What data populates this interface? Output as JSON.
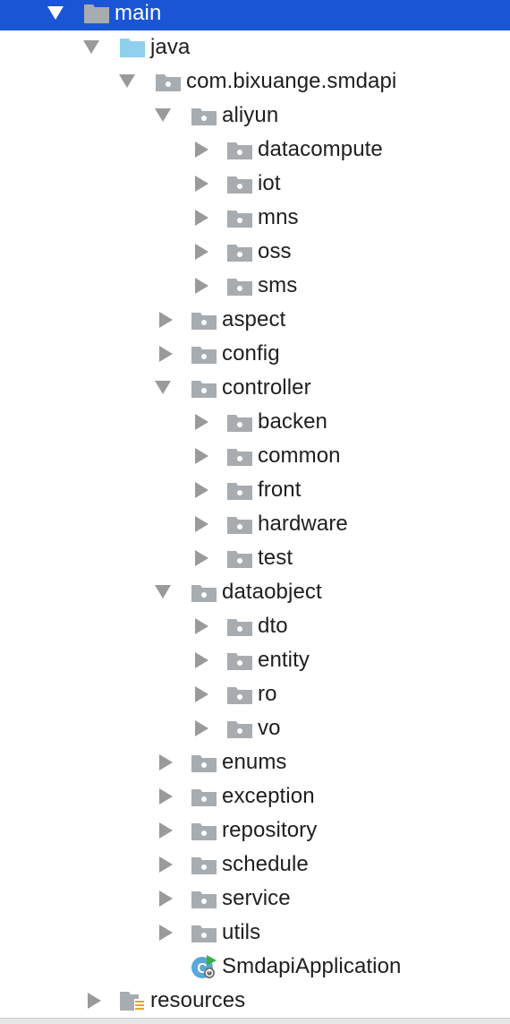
{
  "tree": {
    "rows": [
      {
        "name": "main-folder-row",
        "label": "main",
        "depth": 0,
        "arrow": "expanded",
        "icon": "source-folder-icon",
        "selected": true
      },
      {
        "name": "java-folder-row",
        "label": "java",
        "depth": 1,
        "arrow": "expanded",
        "icon": "source-root-icon"
      },
      {
        "name": "package-root-row",
        "label": "com.bixuange.smdapi",
        "depth": 2,
        "arrow": "expanded",
        "icon": "package-icon"
      },
      {
        "name": "package-aliyun-row",
        "label": "aliyun",
        "depth": 3,
        "arrow": "expanded",
        "icon": "package-icon"
      },
      {
        "name": "package-datacompute-row",
        "label": "datacompute",
        "depth": 4,
        "arrow": "collapsed",
        "icon": "package-icon"
      },
      {
        "name": "package-iot-row",
        "label": "iot",
        "depth": 4,
        "arrow": "collapsed",
        "icon": "package-icon"
      },
      {
        "name": "package-mns-row",
        "label": "mns",
        "depth": 4,
        "arrow": "collapsed",
        "icon": "package-icon"
      },
      {
        "name": "package-oss-row",
        "label": "oss",
        "depth": 4,
        "arrow": "collapsed",
        "icon": "package-icon"
      },
      {
        "name": "package-sms-row",
        "label": "sms",
        "depth": 4,
        "arrow": "collapsed",
        "icon": "package-icon"
      },
      {
        "name": "package-aspect-row",
        "label": "aspect",
        "depth": 3,
        "arrow": "collapsed",
        "icon": "package-icon"
      },
      {
        "name": "package-config-row",
        "label": "config",
        "depth": 3,
        "arrow": "collapsed",
        "icon": "package-icon"
      },
      {
        "name": "package-controller-row",
        "label": "controller",
        "depth": 3,
        "arrow": "expanded",
        "icon": "package-icon"
      },
      {
        "name": "package-backen-row",
        "label": "backen",
        "depth": 4,
        "arrow": "collapsed",
        "icon": "package-icon"
      },
      {
        "name": "package-common-row",
        "label": "common",
        "depth": 4,
        "arrow": "collapsed",
        "icon": "package-icon"
      },
      {
        "name": "package-front-row",
        "label": "front",
        "depth": 4,
        "arrow": "collapsed",
        "icon": "package-icon"
      },
      {
        "name": "package-hardware-row",
        "label": "hardware",
        "depth": 4,
        "arrow": "collapsed",
        "icon": "package-icon"
      },
      {
        "name": "package-test-row",
        "label": "test",
        "depth": 4,
        "arrow": "collapsed",
        "icon": "package-icon"
      },
      {
        "name": "package-dataobject-row",
        "label": "dataobject",
        "depth": 3,
        "arrow": "expanded",
        "icon": "package-icon"
      },
      {
        "name": "package-dto-row",
        "label": "dto",
        "depth": 4,
        "arrow": "collapsed",
        "icon": "package-icon"
      },
      {
        "name": "package-entity-row",
        "label": "entity",
        "depth": 4,
        "arrow": "collapsed",
        "icon": "package-icon"
      },
      {
        "name": "package-ro-row",
        "label": "ro",
        "depth": 4,
        "arrow": "collapsed",
        "icon": "package-icon"
      },
      {
        "name": "package-vo-row",
        "label": "vo",
        "depth": 4,
        "arrow": "collapsed",
        "icon": "package-icon"
      },
      {
        "name": "package-enums-row",
        "label": "enums",
        "depth": 3,
        "arrow": "collapsed",
        "icon": "package-icon"
      },
      {
        "name": "package-exception-row",
        "label": "exception",
        "depth": 3,
        "arrow": "collapsed",
        "icon": "package-icon"
      },
      {
        "name": "package-repository-row",
        "label": "repository",
        "depth": 3,
        "arrow": "collapsed",
        "icon": "package-icon"
      },
      {
        "name": "package-schedule-row",
        "label": "schedule",
        "depth": 3,
        "arrow": "collapsed",
        "icon": "package-icon"
      },
      {
        "name": "package-service-row",
        "label": "service",
        "depth": 3,
        "arrow": "collapsed",
        "icon": "package-icon"
      },
      {
        "name": "package-utils-row",
        "label": "utils",
        "depth": 3,
        "arrow": "collapsed",
        "icon": "package-icon"
      },
      {
        "name": "smdapi-application-row",
        "label": "SmdapiApplication",
        "depth": 3,
        "arrow": "none",
        "icon": "spring-boot-class-icon"
      },
      {
        "name": "resources-folder-row",
        "label": "resources",
        "depth": 1,
        "arrow": "collapsed",
        "icon": "resources-folder-icon"
      }
    ]
  },
  "colors": {
    "selection": "#1a55d6",
    "folder_gray": "#a7acb0",
    "source_blue": "#8fd0ec",
    "arrow_gray": "#9a9a9a"
  }
}
